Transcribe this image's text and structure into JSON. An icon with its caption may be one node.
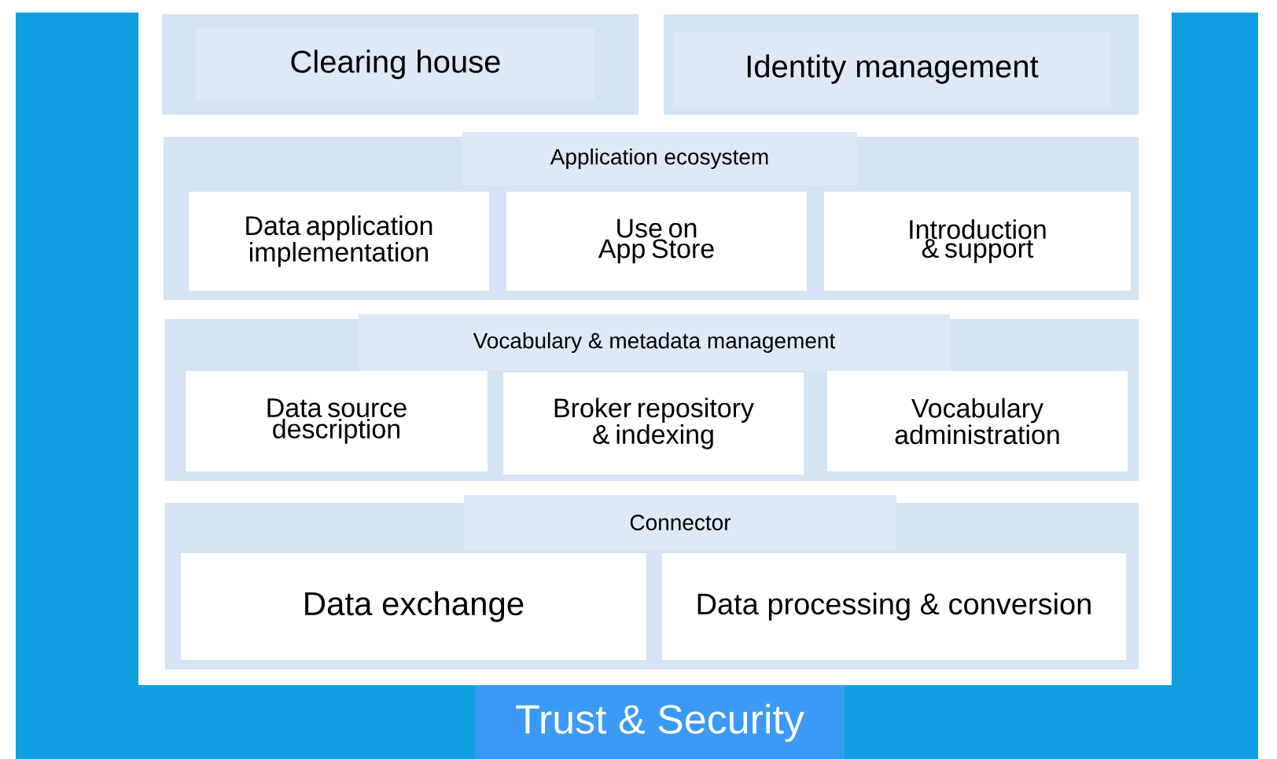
{
  "diagram": {
    "nodes": [
      {
        "text": [
          "Trust & Security"
        ]
      },
      {
        "text": [
          "Clearing house"
        ],
        "in": 0
      },
      {
        "text": [
          "Identity management"
        ],
        "in": 0
      },
      {
        "text": [
          "Application ecosystem"
        ],
        "in": 0
      },
      {
        "text": [
          "Data application implementation"
        ],
        "in": 3
      },
      {
        "text": [
          "Use on App Store"
        ],
        "in": 3
      },
      {
        "text": [
          "Introduction & support"
        ],
        "in": 3
      },
      {
        "text": [
          "Vocabulary & metadata management"
        ],
        "in": 0
      },
      {
        "text": [
          "Data source description"
        ],
        "in": 7
      },
      {
        "text": [
          "Broker repository & indexing"
        ],
        "in": 7
      },
      {
        "text": [
          "Vocabulary administration"
        ],
        "in": 7
      },
      {
        "text": [
          "Connector"
        ],
        "in": 0
      },
      {
        "text": [
          "Data exchange"
        ],
        "in": 11
      },
      {
        "text": [
          "Data processing & conversion"
        ],
        "in": 11
      }
    ]
  }
}
